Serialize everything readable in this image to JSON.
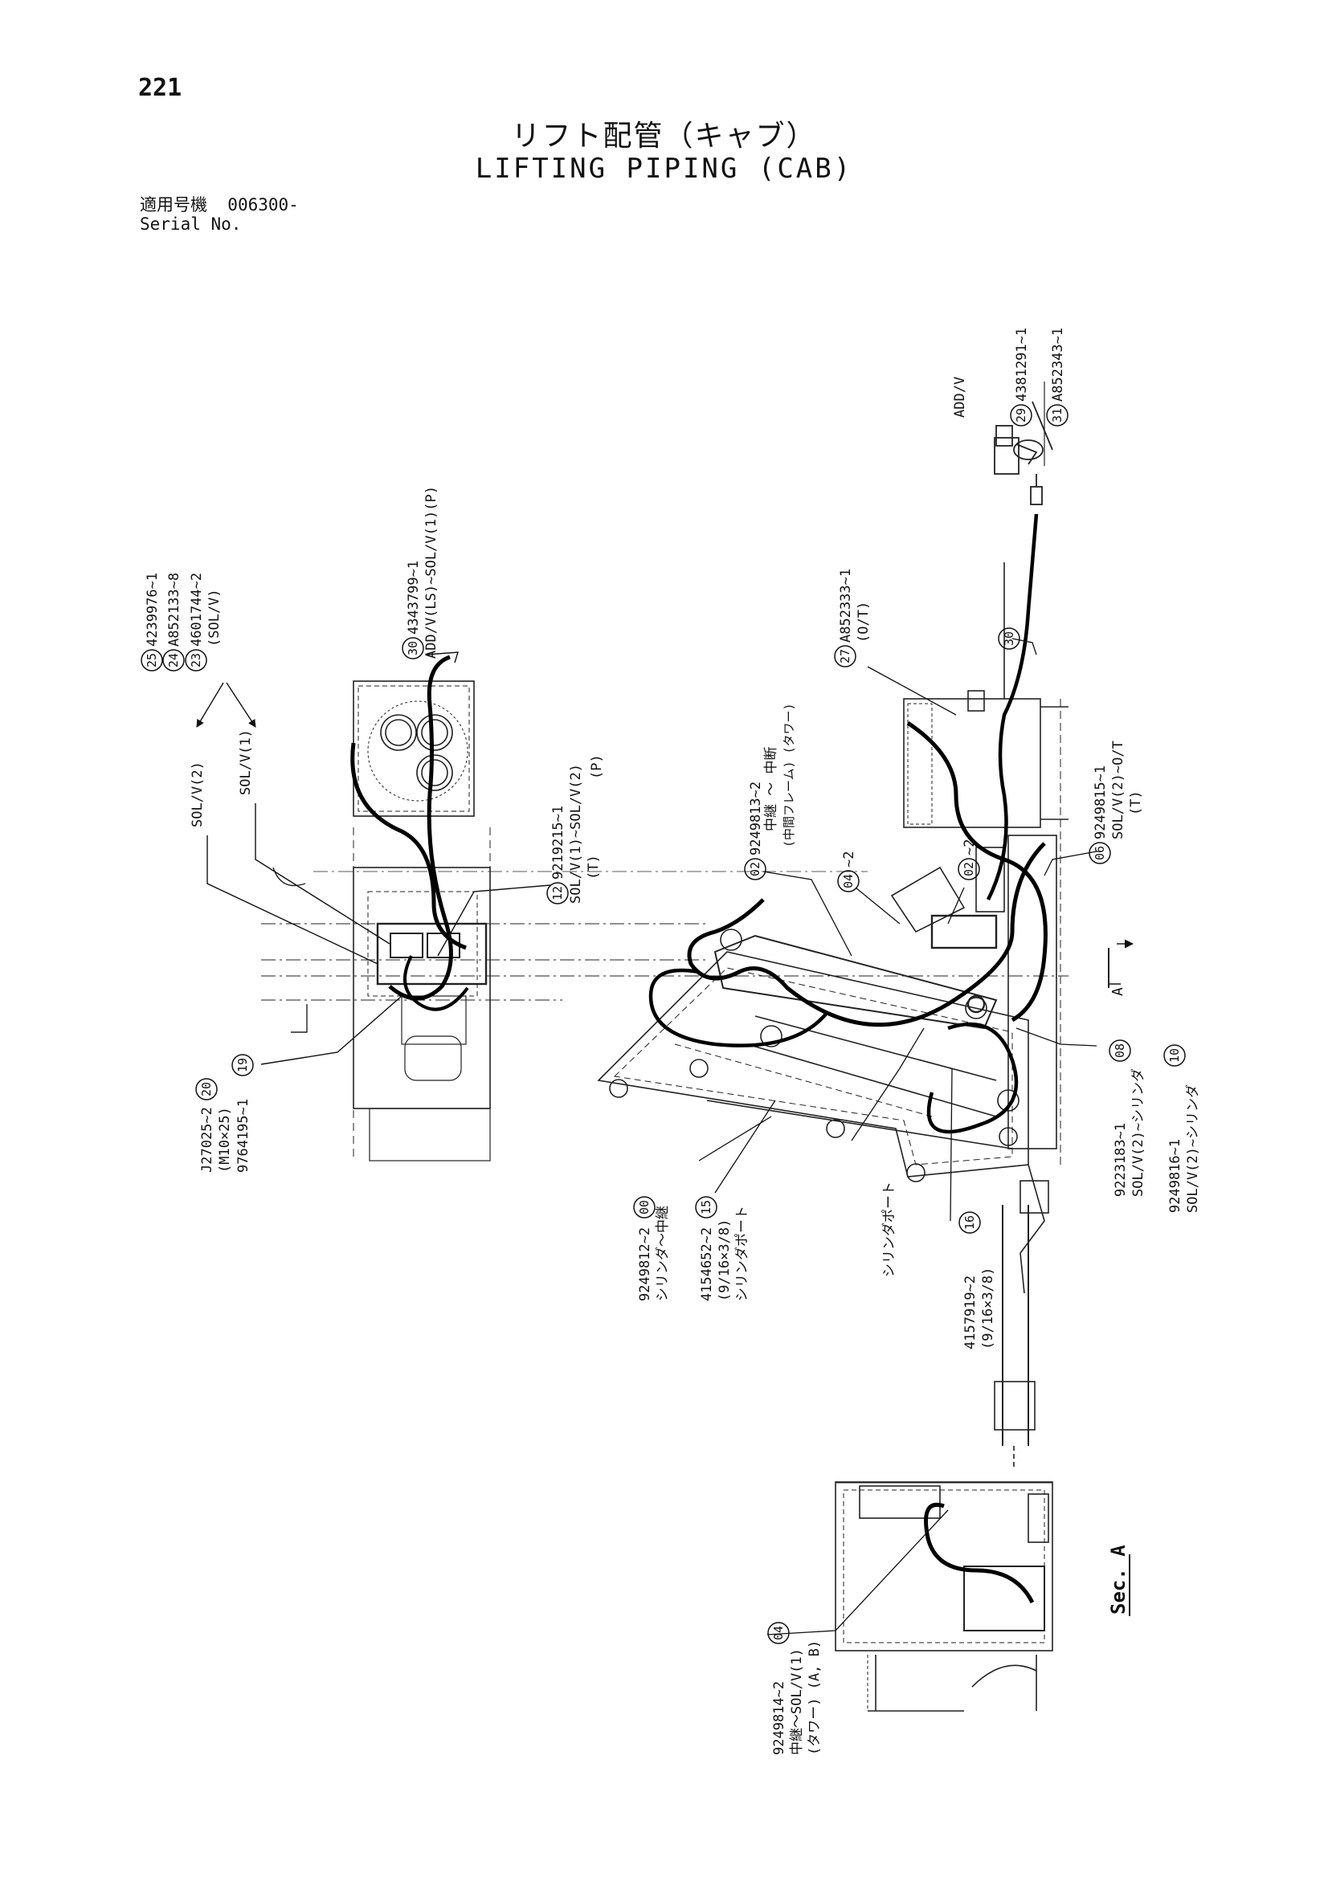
{
  "page": {
    "number": "221"
  },
  "title": {
    "jp": "リフト配管（キャブ）",
    "en": "LIFTING PIPING (CAB)"
  },
  "serial": {
    "label_jp": "適用号機",
    "value": "006300-",
    "label_en": "Serial No."
  },
  "parts": {
    "p25": {
      "no": "25",
      "code": "4239976~1"
    },
    "p24": {
      "no": "24",
      "code": "A852133~8"
    },
    "p23": {
      "no": "23",
      "code": "4601744~2",
      "desc": "(SOL/V)"
    },
    "p30a": {
      "no": "30",
      "code": "4343799~1",
      "desc": "ADD/V(LS)~SOL/V(1)(P)"
    },
    "p12": {
      "no": "12",
      "code": "9219215~1",
      "desc": "SOL/V(1)~SOL/V(2)",
      "desc2": "(P)",
      "desc3": "(T)"
    },
    "p20": {
      "no": "20",
      "code": "J27025~2",
      "desc": "(M10×25)"
    },
    "p19": {
      "no": "19",
      "code": "9764195~1"
    },
    "p27": {
      "no": "27",
      "code": "A852333~1",
      "desc": "(O/T)"
    },
    "p29": {
      "no": "29",
      "code": "4381291~1"
    },
    "p31": {
      "no": "31",
      "code": "A852343~1"
    },
    "p30b": {
      "no": "30"
    },
    "p02a": {
      "no": "02",
      "code": "9249813~2",
      "desc": "中継 ～ 中断",
      "desc2": "(中間フレーム) (タワー)"
    },
    "p04a": {
      "no": "04",
      "code": "~2"
    },
    "p02b": {
      "no": "02",
      "code": "~2"
    },
    "p06": {
      "no": "06",
      "code": "9249815~1",
      "desc": "SOL/V(2)~O/T",
      "desc2": "(T)"
    },
    "p08": {
      "no": "08",
      "code": "9223183~1",
      "desc": "SOL/V(2)~シリンダ"
    },
    "p10": {
      "no": "10",
      "code": "9249816~1",
      "desc": "SOL/V(2)~シリンダ"
    },
    "p00": {
      "no": "00",
      "code": "9249812~2",
      "desc": "シリンダ～中継"
    },
    "p15": {
      "no": "15",
      "code": "4154652~2",
      "desc": "(9/16×3/8)",
      "desc2": "シリンダポート"
    },
    "p16": {
      "no": "16",
      "code": "4157919~2",
      "desc": "(9/16×3/8)",
      "desc2": "シリンダポート"
    },
    "p04b": {
      "no": "04",
      "code": "9249814~2",
      "desc": "中継～SOL/V(1)",
      "desc2": "(タワー) (A, B)"
    }
  },
  "labels": {
    "solv2": "SOL/V(2)",
    "solv1": "SOL/V(1)",
    "addv": "ADD/V",
    "section_arrow": "A",
    "section": "Sec. A"
  }
}
